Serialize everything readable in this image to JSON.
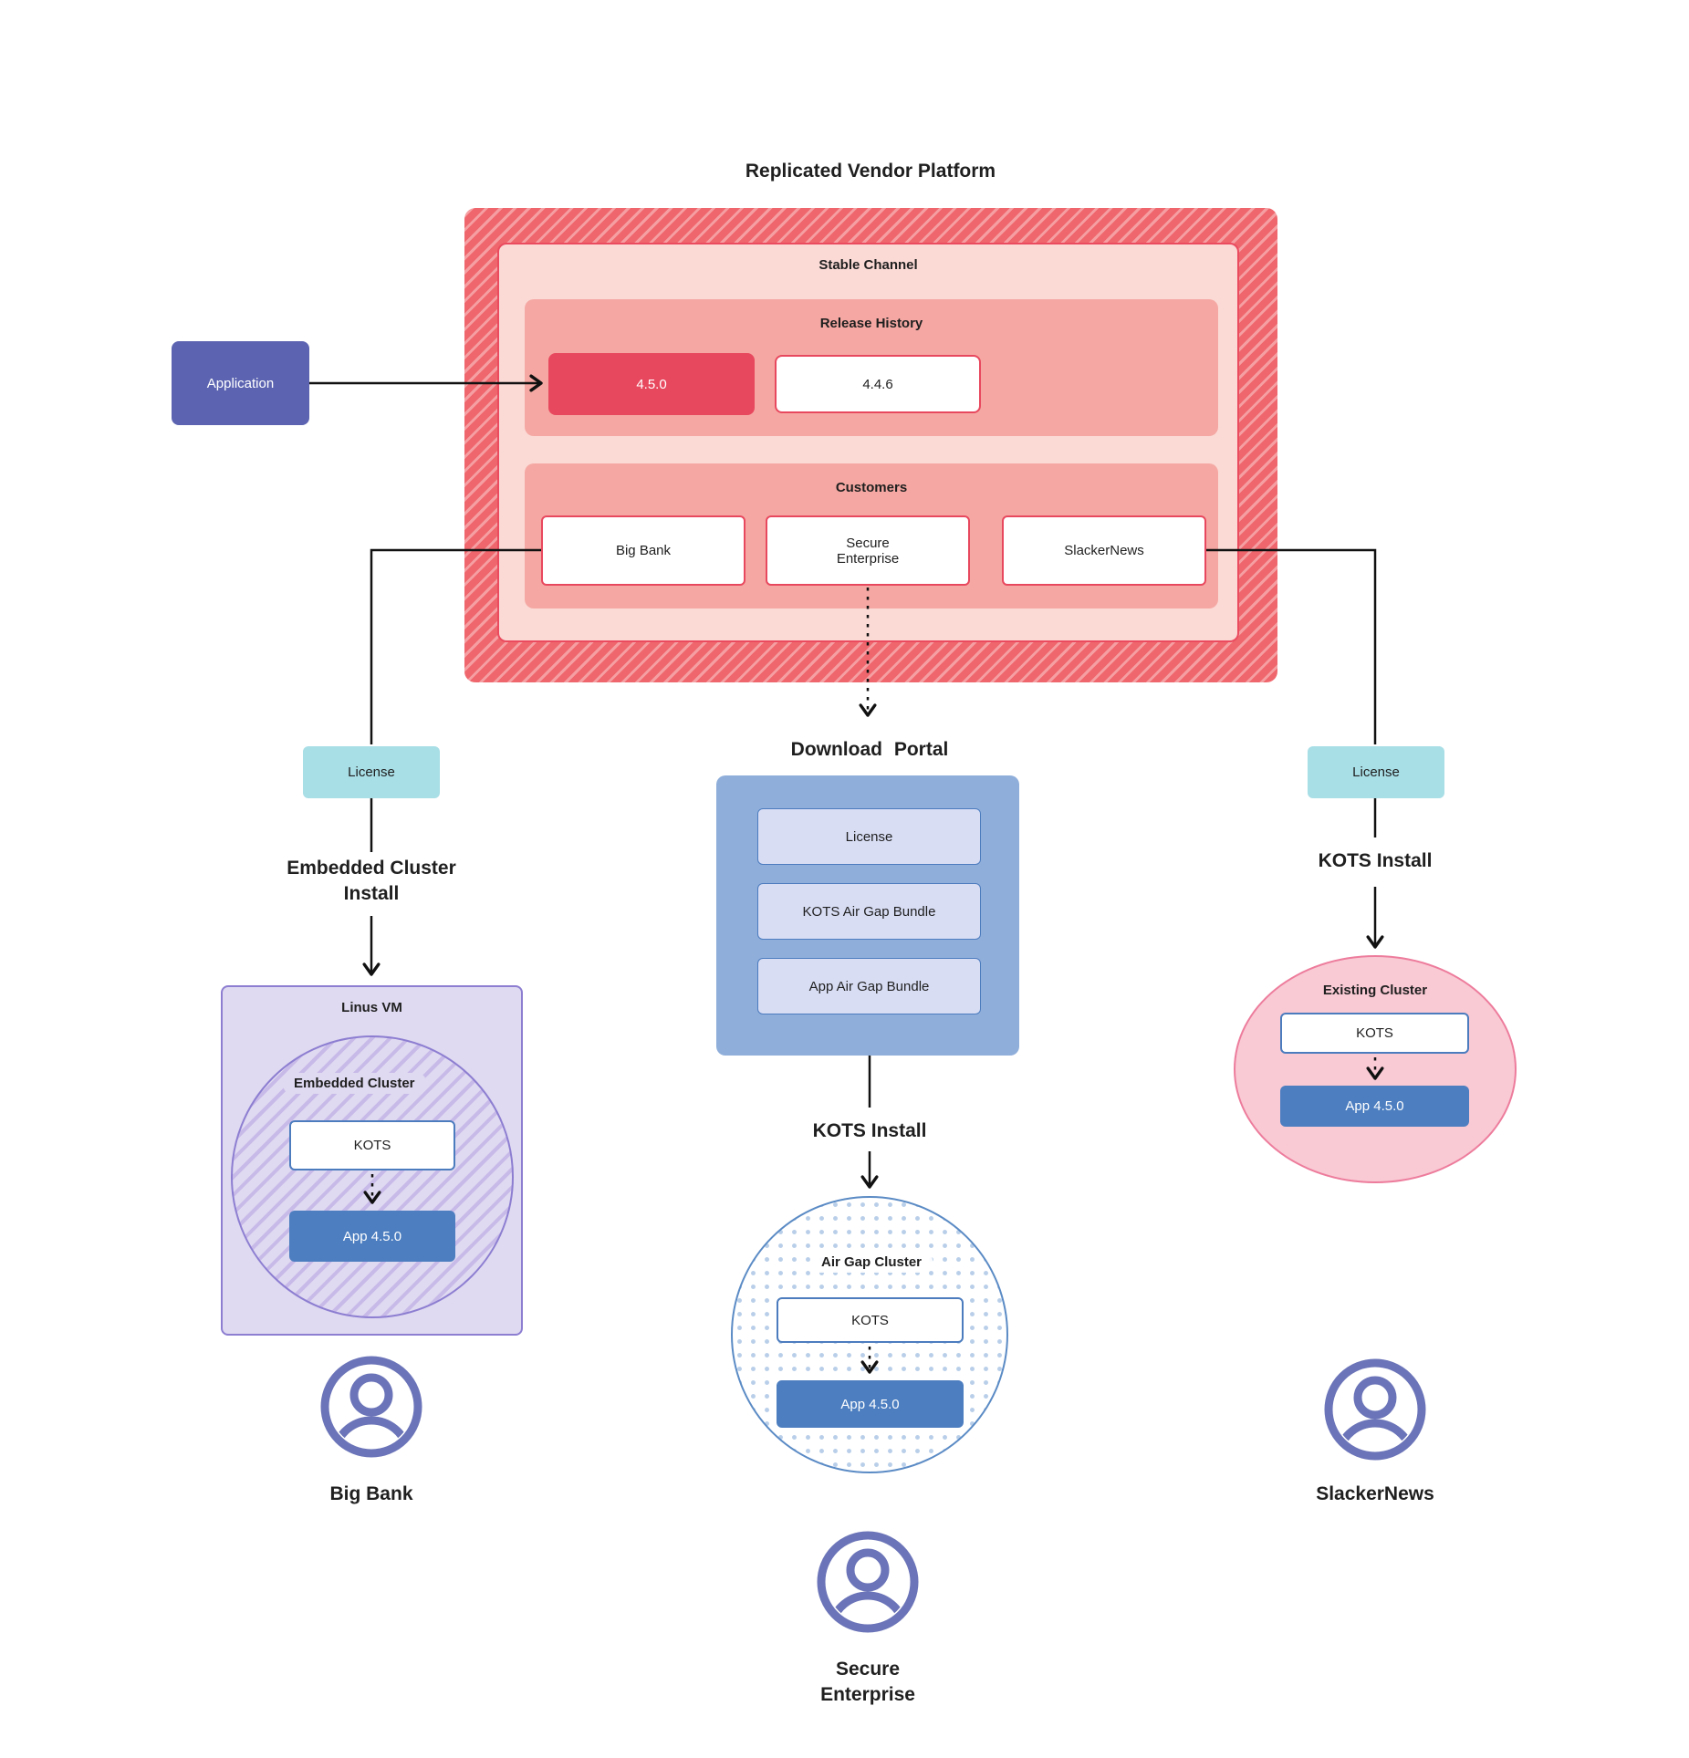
{
  "title": "Replicated Vendor Platform",
  "application": {
    "label": "Application"
  },
  "platform": {
    "stable_channel": {
      "label": "Stable Channel"
    },
    "release_history": {
      "label": "Release History",
      "current": "4.5.0",
      "previous": "4.4.6"
    },
    "customers": {
      "label": "Customers",
      "big_bank": "Big Bank",
      "secure_enterprise": "Secure\nEnterprise",
      "slackernews": "SlackerNews"
    }
  },
  "left": {
    "license": "License",
    "install": "Embedded Cluster\nInstall",
    "vm": "Linus VM",
    "cluster": "Embedded Cluster",
    "kots": "KOTS",
    "app": "App 4.5.0",
    "user": "Big Bank"
  },
  "middle": {
    "portal_title": "Download Portal",
    "items": {
      "license": "License",
      "kots_bundle": "KOTS Air Gap Bundle",
      "app_bundle": "App Air Gap Bundle"
    },
    "install": "KOTS Install",
    "cluster": "Air Gap Cluster",
    "kots": "KOTS",
    "app": "App 4.5.0",
    "user": "Secure\nEnterprise"
  },
  "right": {
    "license": "License",
    "install": "KOTS Install",
    "cluster": "Existing Cluster",
    "kots": "KOTS",
    "app": "App 4.5.0",
    "user": "SlackerNews"
  },
  "colors": {
    "platform_red": "#E8485E",
    "hatch_red": "#EF676D",
    "hatch_stripe": "#F59FA3",
    "salmon": "#F5A8A3",
    "light_pink": "#FBDAD6",
    "application_purple": "#5C64B1",
    "license_teal": "#A8DEE6",
    "portal_blue": "#8FAEDA",
    "portal_item_bg": "#D8DDF4",
    "app_blue": "#4C7EC0",
    "kots_border_blue": "#4C7CBE",
    "vm_purple_bg": "#DFD9F1",
    "vm_purple_border": "#8D7ED1",
    "vm_hatch_stripe": "#C8BAE8",
    "airgap_border": "#5B8BC5",
    "airgap_dot": "#B9CFE9",
    "existing_pink_bg": "#F9C9D4",
    "existing_pink_border": "#ED7C9C",
    "user_icon": "#6B74B8",
    "connector": "#111111"
  }
}
